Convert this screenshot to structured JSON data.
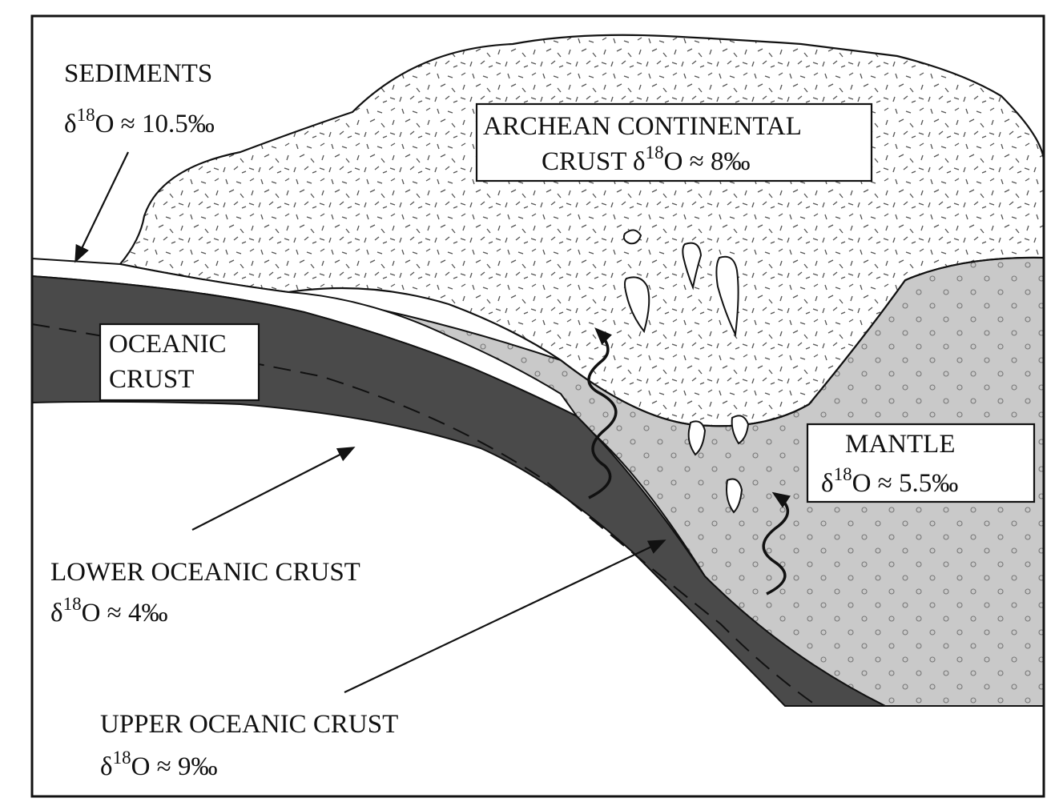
{
  "labels": {
    "sediments": {
      "name": "SEDIMENTS",
      "delta": "δ",
      "iso": "18",
      "tail": "O ≈ 10.5‰"
    },
    "continental": {
      "line1": "ARCHEAN CONTINENTAL",
      "line2_pre": "CRUST δ",
      "iso": "18",
      "tail": "O ≈ 8‰"
    },
    "oceanic": {
      "line1": "OCEANIC",
      "line2": "CRUST"
    },
    "mantle": {
      "name": "MANTLE",
      "delta": "δ",
      "iso": "18",
      "tail": "O ≈ 5.5‰"
    },
    "lower_crust": {
      "name": "LOWER OCEANIC CRUST",
      "delta": "δ",
      "iso": "18",
      "tail": "O ≈ 4‰"
    },
    "upper_crust": {
      "name": "UPPER OCEANIC CRUST",
      "delta": "δ",
      "iso": "18",
      "tail": "O ≈ 9‰"
    }
  },
  "colors": {
    "oceanic_crust": "#4a4a4a",
    "mantle": "#c9c9c9",
    "continental": "#ffffff",
    "line": "#111111"
  }
}
